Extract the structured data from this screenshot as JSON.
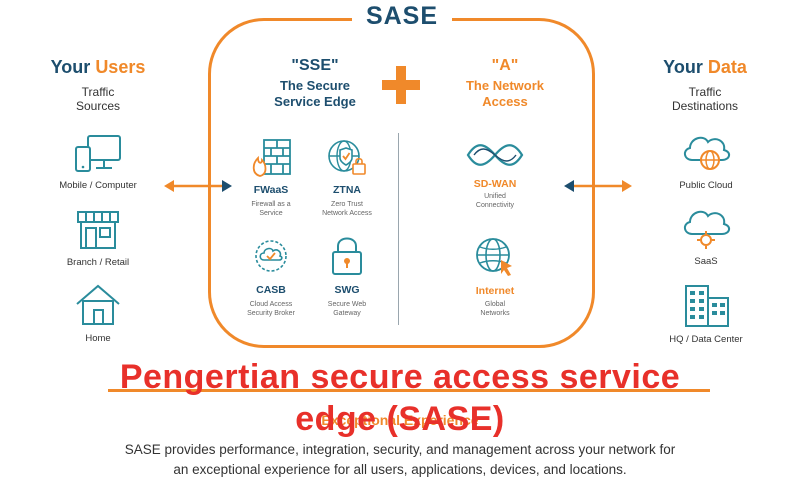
{
  "sase": {
    "title": "SASE"
  },
  "users": {
    "title_a": "Your ",
    "title_b": "Users",
    "subtitle_1": "Traffic",
    "subtitle_2": "Sources",
    "items": [
      "Mobile / Computer",
      "Branch / Retail",
      "Home"
    ]
  },
  "data": {
    "title_a": "Your ",
    "title_b": "Data",
    "subtitle_1": "Traffic",
    "subtitle_2": "Destinations",
    "items": [
      "Public Cloud",
      "SaaS",
      "HQ / Data Center"
    ]
  },
  "sse": {
    "quote": "\"SSE\"",
    "name_1": "The Secure",
    "name_2": "Service Edge",
    "features": [
      {
        "name": "FWaaS",
        "desc_1": "Firewall as a",
        "desc_2": "Service"
      },
      {
        "name": "ZTNA",
        "desc_1": "Zero Trust",
        "desc_2": "Network Access"
      },
      {
        "name": "CASB",
        "desc_1": "Cloud Access",
        "desc_2": "Security Broker"
      },
      {
        "name": "SWG",
        "desc_1": "Secure Web",
        "desc_2": "Gateway"
      }
    ]
  },
  "network": {
    "quote": "\"A\"",
    "name_1": "The Network",
    "name_2": "Access",
    "features": [
      {
        "name": "SD-WAN",
        "desc_1": "Unified",
        "desc_2": "Connectivity"
      },
      {
        "name": "Internet",
        "desc_1": "Global",
        "desc_2": "Networks"
      }
    ]
  },
  "overlay": {
    "title_1": "Pengertian secure access service",
    "title_2": "edge (SASE)"
  },
  "bottom": {
    "heading": "Exceptional Experience",
    "desc_1": "SASE provides performance, integration, security, and management across your network for",
    "desc_2": "an exceptional experience for all users, applications, devices, and locations."
  },
  "colors": {
    "navy": "#1d4e6e",
    "orange": "#f0892a",
    "teal": "#2a8c9c",
    "red": "#e8302a"
  }
}
